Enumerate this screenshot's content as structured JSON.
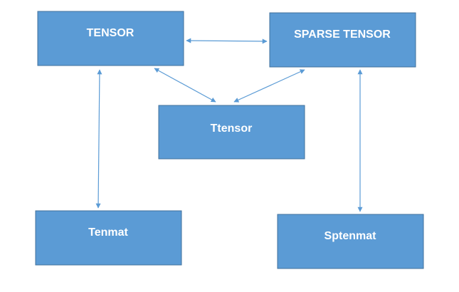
{
  "diagram": {
    "nodes": {
      "tensor": {
        "label": "TENSOR"
      },
      "sparse_tensor": {
        "label": "SPARSE TENSOR"
      },
      "ttensor": {
        "label": "Ttensor"
      },
      "tenmat": {
        "label": "Tenmat"
      },
      "sptenmat": {
        "label": "Sptenmat"
      }
    },
    "edges": [
      {
        "from": "tensor",
        "to": "sparse_tensor",
        "direction": "both"
      },
      {
        "from": "tensor",
        "to": "ttensor",
        "direction": "both"
      },
      {
        "from": "sparse_tensor",
        "to": "ttensor",
        "direction": "both"
      },
      {
        "from": "tensor",
        "to": "tenmat",
        "direction": "both"
      },
      {
        "from": "sparse_tensor",
        "to": "sptenmat",
        "direction": "both"
      }
    ],
    "colors": {
      "box_fill": "#5b9bd5",
      "box_border": "#41719c",
      "label_text": "#ffffff",
      "edge_line": "#5b9bd5"
    }
  }
}
